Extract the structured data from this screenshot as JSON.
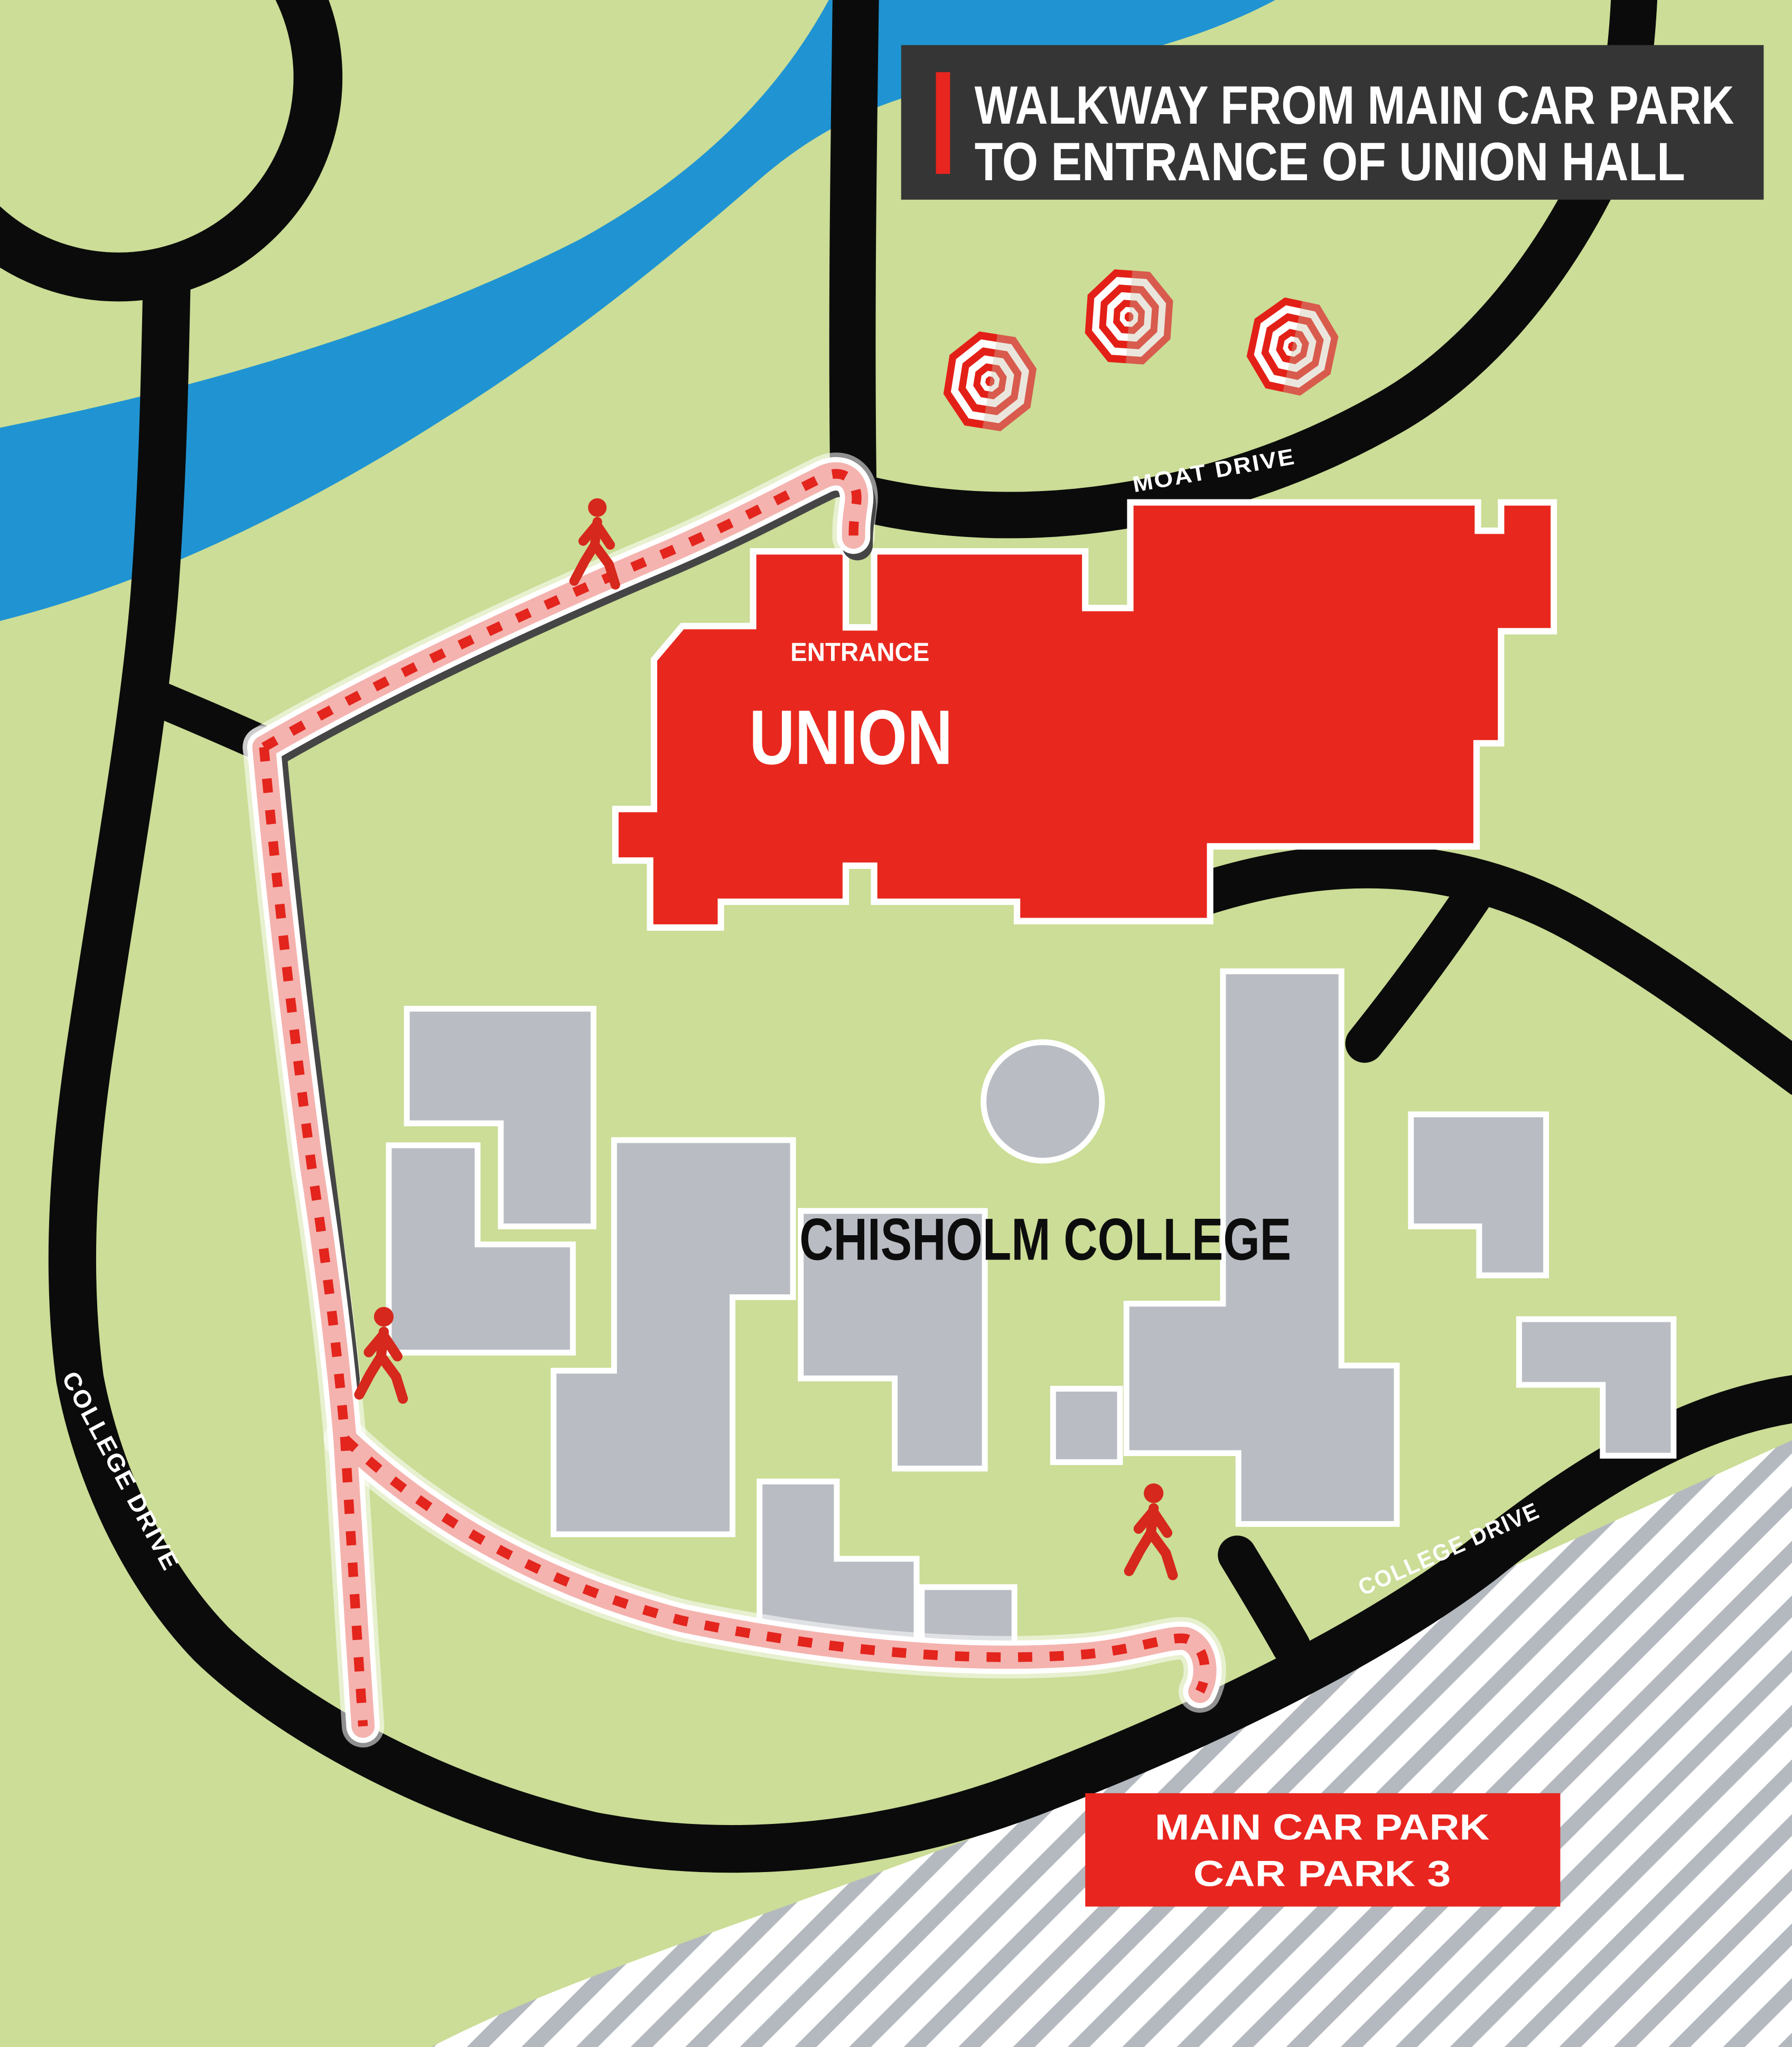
{
  "title": {
    "line1": "WALKWAY FROM MAIN CAR PARK",
    "line2": "TO ENTRANCE OF UNION HALL"
  },
  "map": {
    "roads": {
      "moat_drive": "MOAT DRIVE",
      "college_drive_left": "COLLEGE DRIVE",
      "college_drive_right": "COLLEGE DRIVE"
    },
    "buildings": {
      "union": "UNION",
      "union_entrance": "ENTRANCE",
      "chisholm_college": "CHISHOLM COLLEGE"
    },
    "car_park": {
      "line1": "MAIN CAR PARK",
      "line2": "CAR PARK 3"
    }
  },
  "icons": {
    "pedestrian": "pedestrian-icon",
    "umbrella": "umbrella-icon",
    "roundabout": "roundabout-icon"
  },
  "colors": {
    "background": "#cbdd96",
    "river": "#2094d2",
    "road": "#0b0b0b",
    "building_gray": "#b9bdc3",
    "union_red": "#e8281e",
    "accent_red": "#e8251f",
    "walkway_pink": "#f4b3af",
    "walkway_dash": "#e3251d",
    "walker_red": "#d6281c",
    "title_bg": "#353535",
    "hatch_stripe": "#b4b9bf"
  }
}
